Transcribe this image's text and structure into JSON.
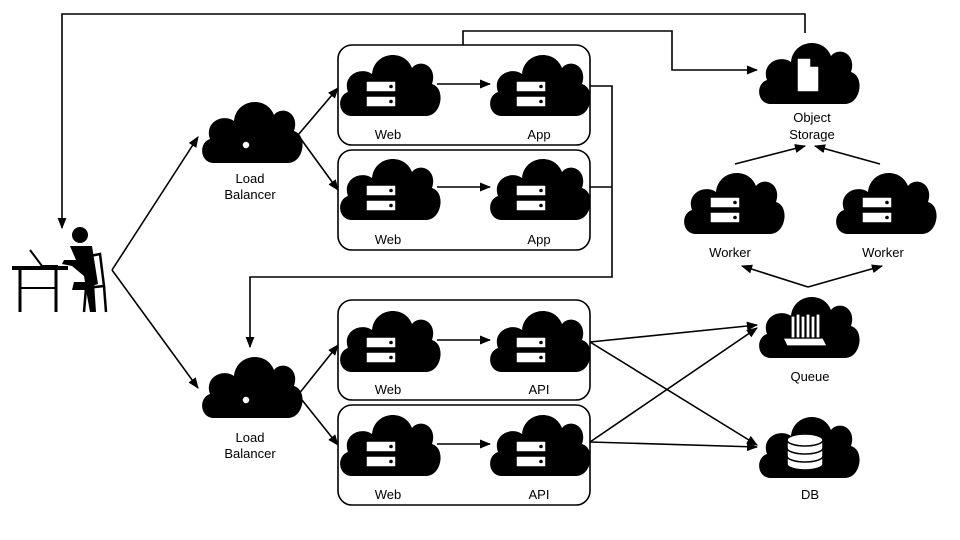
{
  "labels": {
    "lb_top": [
      "Load",
      "Balancer"
    ],
    "lb_bottom": [
      "Load",
      "Balancer"
    ],
    "g1_web": "Web",
    "g1_app": "App",
    "g2_web": "Web",
    "g2_app": "App",
    "g3_web": "Web",
    "g3_api": "API",
    "g4_web": "Web",
    "g4_api": "API",
    "object_storage": [
      "Object",
      "Storage"
    ],
    "worker_left": "Worker",
    "worker_right": "Worker",
    "queue": "Queue",
    "db": "DB"
  },
  "icons": {
    "user": "person-at-desk-icon",
    "load_balancer": "load-balancer-cloud-icon",
    "server": "server-cloud-icon",
    "object_storage": "document-cloud-icon",
    "queue": "queue-cloud-icon",
    "db": "database-cloud-icon"
  },
  "colors": {
    "stroke": "#000000",
    "fill": "#ffffff"
  }
}
